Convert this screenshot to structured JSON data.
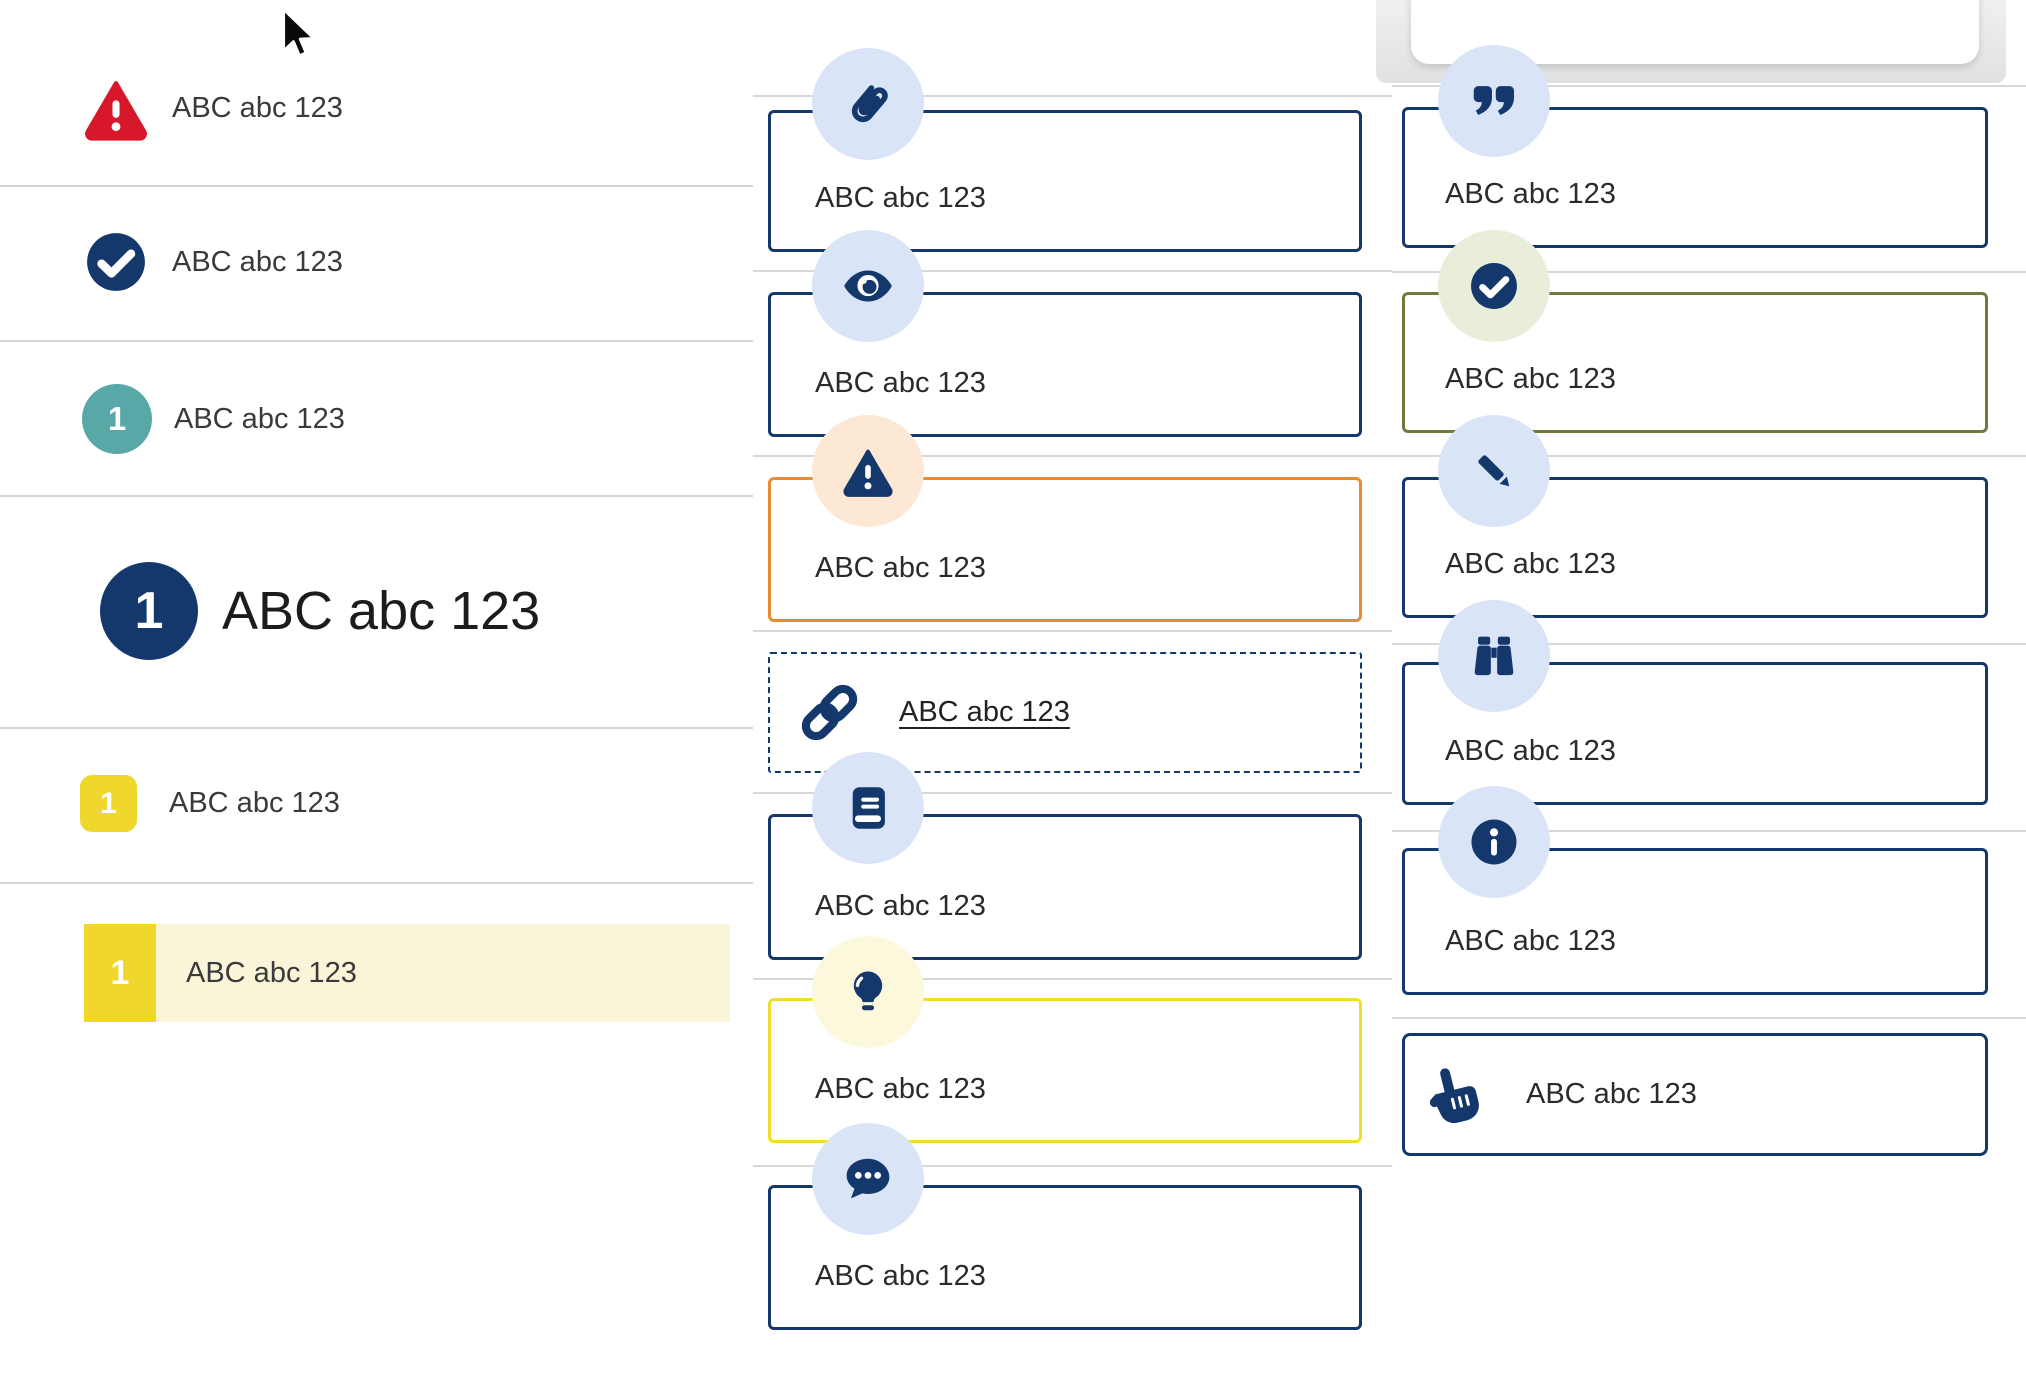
{
  "colors": {
    "navy": "#14386C",
    "red": "#D7182A",
    "teal": "#58A8A7",
    "yellow": "#EFD72B",
    "yellow-border": "#EFDF2C",
    "pale-yellow-row": "#FAF5D8",
    "pale-yellow": "#FBF8DC",
    "orange": "#EA8B30",
    "pale-orange": "#FCE8D4",
    "olive": "#6F7B3D",
    "pale-green": "#E9EEDB",
    "pale-blue": "#DAE4F7",
    "divider": "#D8D8D8"
  },
  "left_list": {
    "items": [
      {
        "icon": "alert-triangle",
        "label": "ABC abc 123"
      },
      {
        "icon": "check-circle",
        "label": "ABC abc 123"
      },
      {
        "icon": "number-badge-teal",
        "number": "1",
        "label": "ABC abc 123"
      },
      {
        "icon": "number-badge-navy-large",
        "number": "1",
        "label": "ABC abc 123"
      },
      {
        "icon": "number-badge-yellow",
        "number": "1",
        "label": "ABC abc 123"
      },
      {
        "icon": "number-badge-yellow-bar",
        "number": "1",
        "label": "ABC abc 123"
      }
    ]
  },
  "middle_cards": [
    {
      "icon": "paperclip",
      "variant": "navy",
      "label": "ABC abc 123"
    },
    {
      "icon": "eye",
      "variant": "navy",
      "label": "ABC abc 123"
    },
    {
      "icon": "warning-triangle",
      "variant": "orange",
      "label": "ABC abc 123"
    },
    {
      "icon": "link",
      "variant": "dashed-link",
      "label": "ABC abc 123"
    },
    {
      "icon": "book",
      "variant": "navy",
      "label": "ABC abc 123"
    },
    {
      "icon": "lightbulb",
      "variant": "yellow",
      "label": "ABC abc 123"
    },
    {
      "icon": "chat-bubble",
      "variant": "navy",
      "label": "ABC abc 123"
    }
  ],
  "right_cards": [
    {
      "icon": "quote-marks",
      "variant": "navy",
      "label": "ABC abc 123"
    },
    {
      "icon": "check-circle",
      "variant": "green",
      "label": "ABC abc 123"
    },
    {
      "icon": "pencil",
      "variant": "navy",
      "label": "ABC abc 123"
    },
    {
      "icon": "binoculars",
      "variant": "navy",
      "label": "ABC abc 123"
    },
    {
      "icon": "info-circle",
      "variant": "navy",
      "label": "ABC abc 123"
    },
    {
      "icon": "hand-pointer",
      "variant": "navy-inline",
      "label": "ABC abc 123"
    }
  ]
}
